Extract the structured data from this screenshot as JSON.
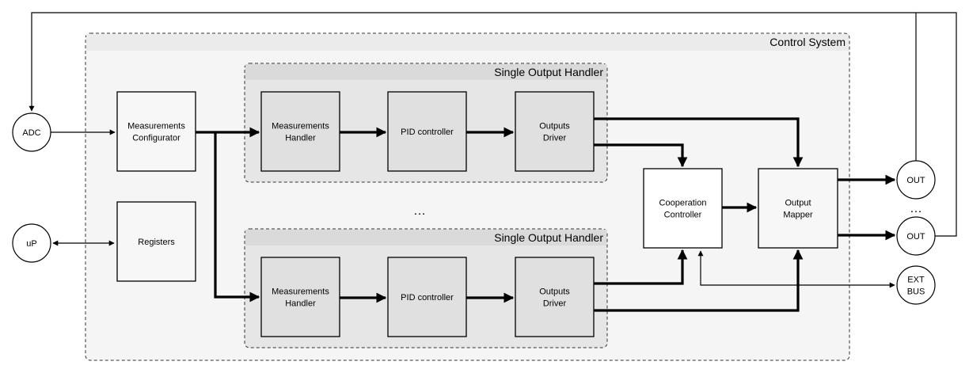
{
  "control_system": {
    "title": "Control System"
  },
  "handlers": [
    {
      "title": "Single Output Handler",
      "blocks": [
        "Measurements|Handler",
        "PID controller",
        "Outputs|Driver"
      ]
    },
    {
      "title": "Single Output Handler",
      "blocks": [
        "Measurements|Handler",
        "PID controller",
        "Outputs|Driver"
      ]
    }
  ],
  "blocks": {
    "meas_config": "Measurements|Configurator",
    "registers": "Registers",
    "coop": "Cooperation|Controller",
    "mapper": "Output|Mapper"
  },
  "ports": {
    "adc": "ADC",
    "up": "uP",
    "out1": "OUT",
    "out2": "OUT",
    "ext": "EXT|BUS"
  },
  "ellipses": {
    "middle": "…",
    "outputs": "…"
  },
  "colors": {
    "system_bg": "#f5f5f5",
    "system_header": "#ebebeb",
    "handler_bg": "#e6e6e6",
    "handler_header": "#dadada",
    "block_dark": "#e0e0e0",
    "block_light": "#f7f7f7"
  }
}
